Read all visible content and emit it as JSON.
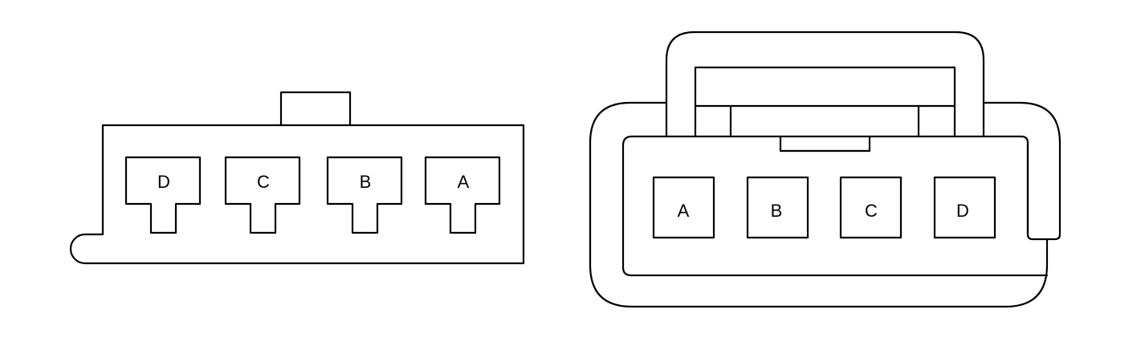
{
  "connector_left": {
    "pins": [
      "D",
      "C",
      "B",
      "A"
    ]
  },
  "connector_right": {
    "pins": [
      "A",
      "B",
      "C",
      "D"
    ]
  },
  "colors": {
    "stroke": "#000000",
    "background": "#ffffff"
  }
}
